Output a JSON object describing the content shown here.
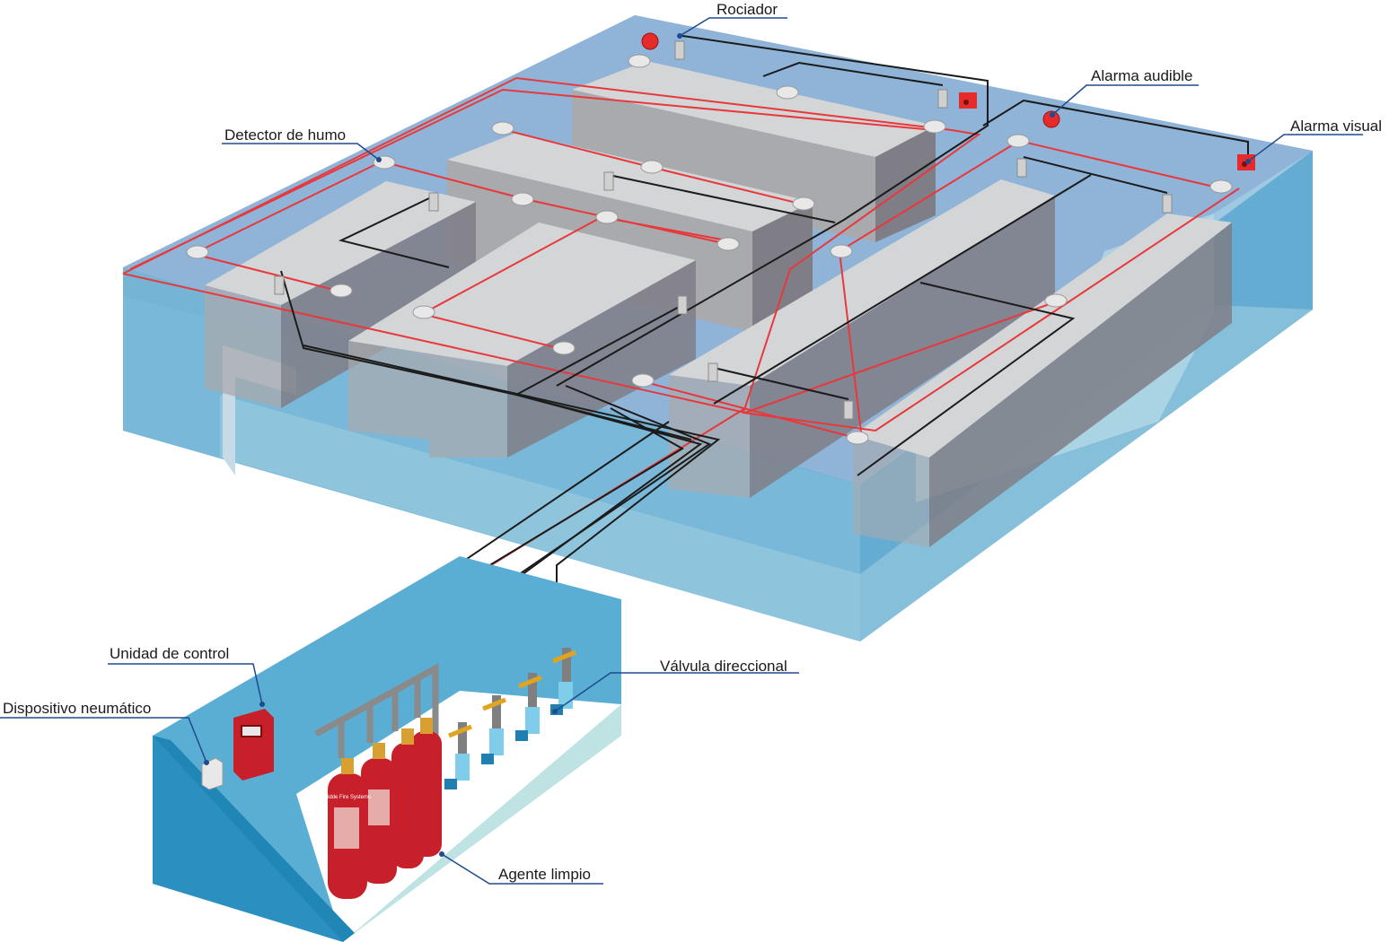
{
  "labels": {
    "sprinkler": "Rociador",
    "audible_alarm": "Alarma audible",
    "visual_alarm": "Alarma visual",
    "smoke_detector": "Detector de humo",
    "control_unit": "Unidad de control",
    "pneumatic_device": "Dispositivo neumático",
    "directional_valve": "Válvula direccional",
    "clean_agent": "Agente limpio"
  },
  "cylinder_brand": "Kidde Fire Systems",
  "colors": {
    "room_top": "#8fb3d6",
    "room_front": "#6fb4d4",
    "room_right": "#5aa7cf",
    "room_floor": "#9ccbe0",
    "rack_top": "#d4d5d7",
    "rack_front": "#a9aaad",
    "rack_side": "#7f7e86",
    "detection_wire": "#e8383c",
    "control_wire": "#1b1b1b",
    "leader_line": "#1e4b8f",
    "cylinder": "#c8202a",
    "valve": "#7fcdea",
    "alarm": "#e52b2b"
  }
}
